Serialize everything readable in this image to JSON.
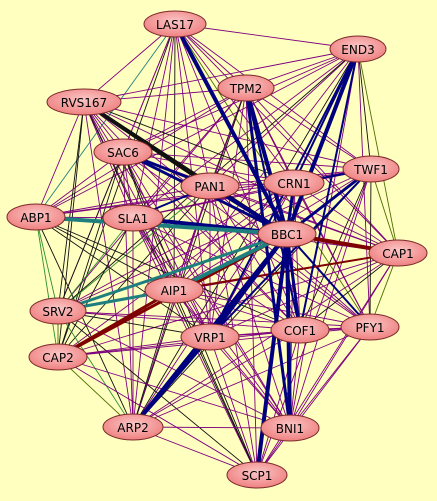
{
  "background": "#ffffc0",
  "nodes": [
    {
      "id": "LAS17",
      "label": "LAS17"
    },
    {
      "id": "END3",
      "label": "END3"
    },
    {
      "id": "TPM2",
      "label": "TPM2"
    },
    {
      "id": "RVS167",
      "label": "RVS167"
    },
    {
      "id": "SAC6",
      "label": "SAC6"
    },
    {
      "id": "TWF1",
      "label": "TWF1"
    },
    {
      "id": "PAN1",
      "label": "PAN1"
    },
    {
      "id": "CRN1",
      "label": "CRN1"
    },
    {
      "id": "ABP1",
      "label": "ABP1"
    },
    {
      "id": "SLA1",
      "label": "SLA1"
    },
    {
      "id": "BBC1",
      "label": "BBC1"
    },
    {
      "id": "CAP1",
      "label": "CAP1"
    },
    {
      "id": "AIP1",
      "label": "AIP1"
    },
    {
      "id": "SRV2",
      "label": "SRV2"
    },
    {
      "id": "COF1",
      "label": "COF1"
    },
    {
      "id": "PFY1",
      "label": "PFY1"
    },
    {
      "id": "VRP1",
      "label": "VRP1"
    },
    {
      "id": "CAP2",
      "label": "CAP2"
    },
    {
      "id": "ARP2",
      "label": "ARP2"
    },
    {
      "id": "BNI1",
      "label": "BNI1"
    },
    {
      "id": "SCP1",
      "label": "SCP1"
    }
  ],
  "edge_colors": {
    "purple": "#7f007f",
    "black": "#101010",
    "navy": "#00007f",
    "teal": "#1f7f7f",
    "darkred": "#7f0000",
    "olive": "#4f6f00",
    "green": "#2f8f2f",
    "blue": "#2f2fbf"
  },
  "node_fill": "#f49090",
  "edges": [
    [
      "BBC1",
      "PAN1",
      "navy",
      4
    ],
    [
      "BBC1",
      "SLA1",
      "navy",
      4
    ],
    [
      "BBC1",
      "AIP1",
      "teal",
      4
    ],
    [
      "BBC1",
      "CAP1",
      "darkred",
      4
    ],
    [
      "BBC1",
      "END3",
      "navy",
      4
    ],
    [
      "BBC1",
      "TPM2",
      "navy",
      4
    ],
    [
      "BBC1",
      "LAS17",
      "navy",
      4
    ],
    [
      "BBC1",
      "VRP1",
      "navy",
      4
    ],
    [
      "BBC1",
      "ARP2",
      "navy",
      4
    ],
    [
      "BBC1",
      "BNI1",
      "navy",
      4
    ],
    [
      "BBC1",
      "SCP1",
      "navy",
      4
    ],
    [
      "BBC1",
      "COF1",
      "navy",
      3
    ],
    [
      "BBC1",
      "ABP1",
      "teal",
      4
    ],
    [
      "BBC1",
      "SRV2",
      "teal",
      3
    ],
    [
      "BBC1",
      "RVS167",
      "black",
      3
    ],
    [
      "BBC1",
      "TWF1",
      "navy",
      3
    ],
    [
      "BBC1",
      "CRN1",
      "navy",
      3
    ],
    [
      "BBC1",
      "PFY1",
      "navy",
      2
    ],
    [
      "BBC1",
      "SAC6",
      "navy",
      3
    ],
    [
      "BBC1",
      "CAP2",
      "darkred",
      3
    ],
    [
      "RVS167",
      "PAN1",
      "black",
      4
    ],
    [
      "SAC6",
      "PAN1",
      "navy",
      3
    ],
    [
      "AIP1",
      "SRV2",
      "teal",
      3
    ],
    [
      "AIP1",
      "CAP2",
      "darkred",
      3
    ],
    [
      "CAP1",
      "AIP1",
      "darkred",
      2
    ],
    [
      "LAS17",
      "END3",
      "purple",
      1
    ],
    [
      "LAS17",
      "TPM2",
      "purple",
      1
    ],
    [
      "LAS17",
      "RVS167",
      "purple",
      1
    ],
    [
      "LAS17",
      "SAC6",
      "purple",
      1
    ],
    [
      "LAS17",
      "TWF1",
      "purple",
      1
    ],
    [
      "LAS17",
      "PAN1",
      "purple",
      1
    ],
    [
      "LAS17",
      "CRN1",
      "purple",
      1
    ],
    [
      "LAS17",
      "ABP1",
      "teal",
      1
    ],
    [
      "LAS17",
      "SLA1",
      "purple",
      1
    ],
    [
      "LAS17",
      "CAP1",
      "purple",
      1
    ],
    [
      "LAS17",
      "AIP1",
      "black",
      1
    ],
    [
      "LAS17",
      "SRV2",
      "purple",
      1
    ],
    [
      "LAS17",
      "COF1",
      "purple",
      1
    ],
    [
      "LAS17",
      "PFY1",
      "olive",
      1
    ],
    [
      "LAS17",
      "VRP1",
      "purple",
      1
    ],
    [
      "LAS17",
      "CAP2",
      "black",
      1
    ],
    [
      "LAS17",
      "ARP2",
      "purple",
      1
    ],
    [
      "END3",
      "TPM2",
      "purple",
      1
    ],
    [
      "END3",
      "RVS167",
      "purple",
      1
    ],
    [
      "END3",
      "SAC6",
      "purple",
      1
    ],
    [
      "END3",
      "TWF1",
      "black",
      1
    ],
    [
      "END3",
      "PAN1",
      "purple",
      1
    ],
    [
      "END3",
      "CRN1",
      "navy",
      2
    ],
    [
      "END3",
      "ABP1",
      "purple",
      1
    ],
    [
      "END3",
      "SLA1",
      "purple",
      1
    ],
    [
      "END3",
      "CAP1",
      "olive",
      1
    ],
    [
      "END3",
      "AIP1",
      "purple",
      1
    ],
    [
      "END3",
      "SRV2",
      "black",
      1
    ],
    [
      "END3",
      "COF1",
      "navy",
      2
    ],
    [
      "END3",
      "PFY1",
      "purple",
      1
    ],
    [
      "END3",
      "VRP1",
      "navy",
      2
    ],
    [
      "END3",
      "ARP2",
      "black",
      1
    ],
    [
      "END3",
      "BNI1",
      "purple",
      1
    ],
    [
      "TPM2",
      "RVS167",
      "purple",
      1
    ],
    [
      "TPM2",
      "SAC6",
      "purple",
      1
    ],
    [
      "TPM2",
      "TWF1",
      "purple",
      1
    ],
    [
      "TPM2",
      "PAN1",
      "black",
      1
    ],
    [
      "TPM2",
      "CRN1",
      "purple",
      1
    ],
    [
      "TPM2",
      "ABP1",
      "purple",
      1
    ],
    [
      "TPM2",
      "SLA1",
      "purple",
      1
    ],
    [
      "TPM2",
      "CAP1",
      "purple",
      1
    ],
    [
      "TPM2",
      "AIP1",
      "purple",
      1
    ],
    [
      "TPM2",
      "SRV2",
      "purple",
      1
    ],
    [
      "TPM2",
      "COF1",
      "navy",
      2
    ],
    [
      "TPM2",
      "PFY1",
      "purple",
      1
    ],
    [
      "TPM2",
      "VRP1",
      "purple",
      1
    ],
    [
      "TPM2",
      "ARP2",
      "black",
      1
    ],
    [
      "TPM2",
      "BNI1",
      "navy",
      3
    ],
    [
      "TPM2",
      "SCP1",
      "purple",
      1
    ],
    [
      "RVS167",
      "SAC6",
      "purple",
      1
    ],
    [
      "RVS167",
      "TWF1",
      "purple",
      1
    ],
    [
      "RVS167",
      "CRN1",
      "black",
      1
    ],
    [
      "RVS167",
      "ABP1",
      "purple",
      1
    ],
    [
      "RVS167",
      "SLA1",
      "purple",
      1
    ],
    [
      "RVS167",
      "CAP1",
      "purple",
      1
    ],
    [
      "RVS167",
      "AIP1",
      "purple",
      1
    ],
    [
      "RVS167",
      "SRV2",
      "black",
      1
    ],
    [
      "RVS167",
      "COF1",
      "purple",
      1
    ],
    [
      "RVS167",
      "PFY1",
      "purple",
      1
    ],
    [
      "RVS167",
      "VRP1",
      "purple",
      1
    ],
    [
      "RVS167",
      "CAP2",
      "black",
      1
    ],
    [
      "RVS167",
      "ARP2",
      "purple",
      1
    ],
    [
      "RVS167",
      "BNI1",
      "purple",
      1
    ],
    [
      "RVS167",
      "SCP1",
      "black",
      1
    ],
    [
      "SAC6",
      "TWF1",
      "purple",
      1
    ],
    [
      "SAC6",
      "CRN1",
      "purple",
      1
    ],
    [
      "SAC6",
      "ABP1",
      "purple",
      1
    ],
    [
      "SAC6",
      "SLA1",
      "purple",
      1
    ],
    [
      "SAC6",
      "CAP1",
      "purple",
      1
    ],
    [
      "SAC6",
      "AIP1",
      "black",
      1
    ],
    [
      "SAC6",
      "SRV2",
      "black",
      1
    ],
    [
      "SAC6",
      "COF1",
      "purple",
      1
    ],
    [
      "SAC6",
      "PFY1",
      "purple",
      1
    ],
    [
      "SAC6",
      "VRP1",
      "purple",
      1
    ],
    [
      "SAC6",
      "CAP2",
      "black",
      1
    ],
    [
      "SAC6",
      "ARP2",
      "purple",
      1
    ],
    [
      "SAC6",
      "BNI1",
      "purple",
      1
    ],
    [
      "SAC6",
      "SCP1",
      "black",
      1
    ],
    [
      "TWF1",
      "PAN1",
      "purple",
      1
    ],
    [
      "TWF1",
      "CRN1",
      "navy",
      2
    ],
    [
      "TWF1",
      "ABP1",
      "purple",
      1
    ],
    [
      "TWF1",
      "SLA1",
      "purple",
      1
    ],
    [
      "TWF1",
      "CAP1",
      "olive",
      1
    ],
    [
      "TWF1",
      "AIP1",
      "purple",
      1
    ],
    [
      "TWF1",
      "SRV2",
      "purple",
      1
    ],
    [
      "TWF1",
      "COF1",
      "black",
      1
    ],
    [
      "TWF1",
      "PFY1",
      "black",
      1
    ],
    [
      "TWF1",
      "VRP1",
      "navy",
      2
    ],
    [
      "TWF1",
      "ARP2",
      "black",
      1
    ],
    [
      "TWF1",
      "BNI1",
      "purple",
      1
    ],
    [
      "TWF1",
      "SCP1",
      "purple",
      1
    ],
    [
      "PAN1",
      "CRN1",
      "purple",
      1
    ],
    [
      "PAN1",
      "ABP1",
      "purple",
      1
    ],
    [
      "PAN1",
      "SLA1",
      "navy",
      2
    ],
    [
      "PAN1",
      "CAP1",
      "purple",
      1
    ],
    [
      "PAN1",
      "AIP1",
      "purple",
      1
    ],
    [
      "PAN1",
      "SRV2",
      "green",
      1
    ],
    [
      "PAN1",
      "COF1",
      "purple",
      1
    ],
    [
      "PAN1",
      "PFY1",
      "purple",
      1
    ],
    [
      "PAN1",
      "VRP1",
      "purple",
      1
    ],
    [
      "PAN1",
      "CAP2",
      "black",
      1
    ],
    [
      "PAN1",
      "ARP2",
      "purple",
      1
    ],
    [
      "PAN1",
      "BNI1",
      "purple",
      1
    ],
    [
      "PAN1",
      "SCP1",
      "purple",
      1
    ],
    [
      "CRN1",
      "ABP1",
      "purple",
      1
    ],
    [
      "CRN1",
      "SLA1",
      "purple",
      1
    ],
    [
      "CRN1",
      "CAP1",
      "purple",
      1
    ],
    [
      "CRN1",
      "AIP1",
      "purple",
      1
    ],
    [
      "CRN1",
      "SRV2",
      "purple",
      1
    ],
    [
      "CRN1",
      "COF1",
      "purple",
      1
    ],
    [
      "CRN1",
      "PFY1",
      "purple",
      1
    ],
    [
      "CRN1",
      "VRP1",
      "purple",
      1
    ],
    [
      "CRN1",
      "CAP2",
      "purple",
      1
    ],
    [
      "CRN1",
      "ARP2",
      "purple",
      1
    ],
    [
      "CRN1",
      "BNI1",
      "purple",
      1
    ],
    [
      "CRN1",
      "SCP1",
      "purple",
      1
    ],
    [
      "ABP1",
      "SLA1",
      "purple",
      1
    ],
    [
      "ABP1",
      "AIP1",
      "black",
      1
    ],
    [
      "ABP1",
      "SRV2",
      "green",
      1
    ],
    [
      "ABP1",
      "COF1",
      "black",
      1
    ],
    [
      "ABP1",
      "VRP1",
      "black",
      1
    ],
    [
      "ABP1",
      "CAP2",
      "green",
      1
    ],
    [
      "ABP1",
      "ARP2",
      "black",
      1
    ],
    [
      "SLA1",
      "CAP1",
      "purple",
      1
    ],
    [
      "SLA1",
      "AIP1",
      "purple",
      1
    ],
    [
      "SLA1",
      "SRV2",
      "green",
      1
    ],
    [
      "SLA1",
      "COF1",
      "purple",
      1
    ],
    [
      "SLA1",
      "PFY1",
      "purple",
      1
    ],
    [
      "SLA1",
      "VRP1",
      "purple",
      1
    ],
    [
      "SLA1",
      "CAP2",
      "black",
      1
    ],
    [
      "SLA1",
      "ARP2",
      "purple",
      1
    ],
    [
      "SLA1",
      "BNI1",
      "purple",
      1
    ],
    [
      "SLA1",
      "SCP1",
      "purple",
      1
    ],
    [
      "CAP1",
      "SRV2",
      "purple",
      1
    ],
    [
      "CAP1",
      "COF1",
      "black",
      1
    ],
    [
      "CAP1",
      "PFY1",
      "olive",
      1
    ],
    [
      "CAP1",
      "VRP1",
      "purple",
      1
    ],
    [
      "CAP1",
      "CAP2",
      "purple",
      1
    ],
    [
      "CAP1",
      "ARP2",
      "purple",
      1
    ],
    [
      "CAP1",
      "BNI1",
      "purple",
      1
    ],
    [
      "CAP1",
      "SCP1",
      "purple",
      1
    ],
    [
      "AIP1",
      "COF1",
      "purple",
      1
    ],
    [
      "AIP1",
      "PFY1",
      "purple",
      1
    ],
    [
      "AIP1",
      "VRP1",
      "purple",
      1
    ],
    [
      "AIP1",
      "ARP2",
      "black",
      1
    ],
    [
      "AIP1",
      "BNI1",
      "purple",
      1
    ],
    [
      "AIP1",
      "SCP1",
      "black",
      1
    ],
    [
      "SRV2",
      "COF1",
      "purple",
      1
    ],
    [
      "SRV2",
      "PFY1",
      "purple",
      1
    ],
    [
      "SRV2",
      "VRP1",
      "black",
      1
    ],
    [
      "SRV2",
      "CAP2",
      "olive",
      1
    ],
    [
      "SRV2",
      "ARP2",
      "green",
      1
    ],
    [
      "SRV2",
      "BNI1",
      "purple",
      1
    ],
    [
      "SRV2",
      "SCP1",
      "black",
      1
    ],
    [
      "COF1",
      "PFY1",
      "purple",
      1
    ],
    [
      "COF1",
      "VRP1",
      "purple",
      1
    ],
    [
      "COF1",
      "CAP2",
      "purple",
      1
    ],
    [
      "COF1",
      "ARP2",
      "purple",
      1
    ],
    [
      "COF1",
      "BNI1",
      "purple",
      1
    ],
    [
      "COF1",
      "SCP1",
      "purple",
      1
    ],
    [
      "PFY1",
      "VRP1",
      "purple",
      1
    ],
    [
      "PFY1",
      "CAP2",
      "purple",
      1
    ],
    [
      "PFY1",
      "ARP2",
      "purple",
      1
    ],
    [
      "PFY1",
      "BNI1",
      "purple",
      1
    ],
    [
      "PFY1",
      "SCP1",
      "purple",
      1
    ],
    [
      "VRP1",
      "CAP2",
      "purple",
      1
    ],
    [
      "VRP1",
      "ARP2",
      "navy",
      3
    ],
    [
      "VRP1",
      "BNI1",
      "purple",
      1
    ],
    [
      "VRP1",
      "SCP1",
      "purple",
      1
    ],
    [
      "CAP2",
      "ARP2",
      "olive",
      1
    ],
    [
      "CAP2",
      "BNI1",
      "purple",
      1
    ],
    [
      "CAP2",
      "SCP1",
      "purple",
      1
    ],
    [
      "ARP2",
      "BNI1",
      "purple",
      1
    ],
    [
      "ARP2",
      "SCP1",
      "purple",
      1
    ],
    [
      "BNI1",
      "SCP1",
      "purple",
      1
    ]
  ]
}
